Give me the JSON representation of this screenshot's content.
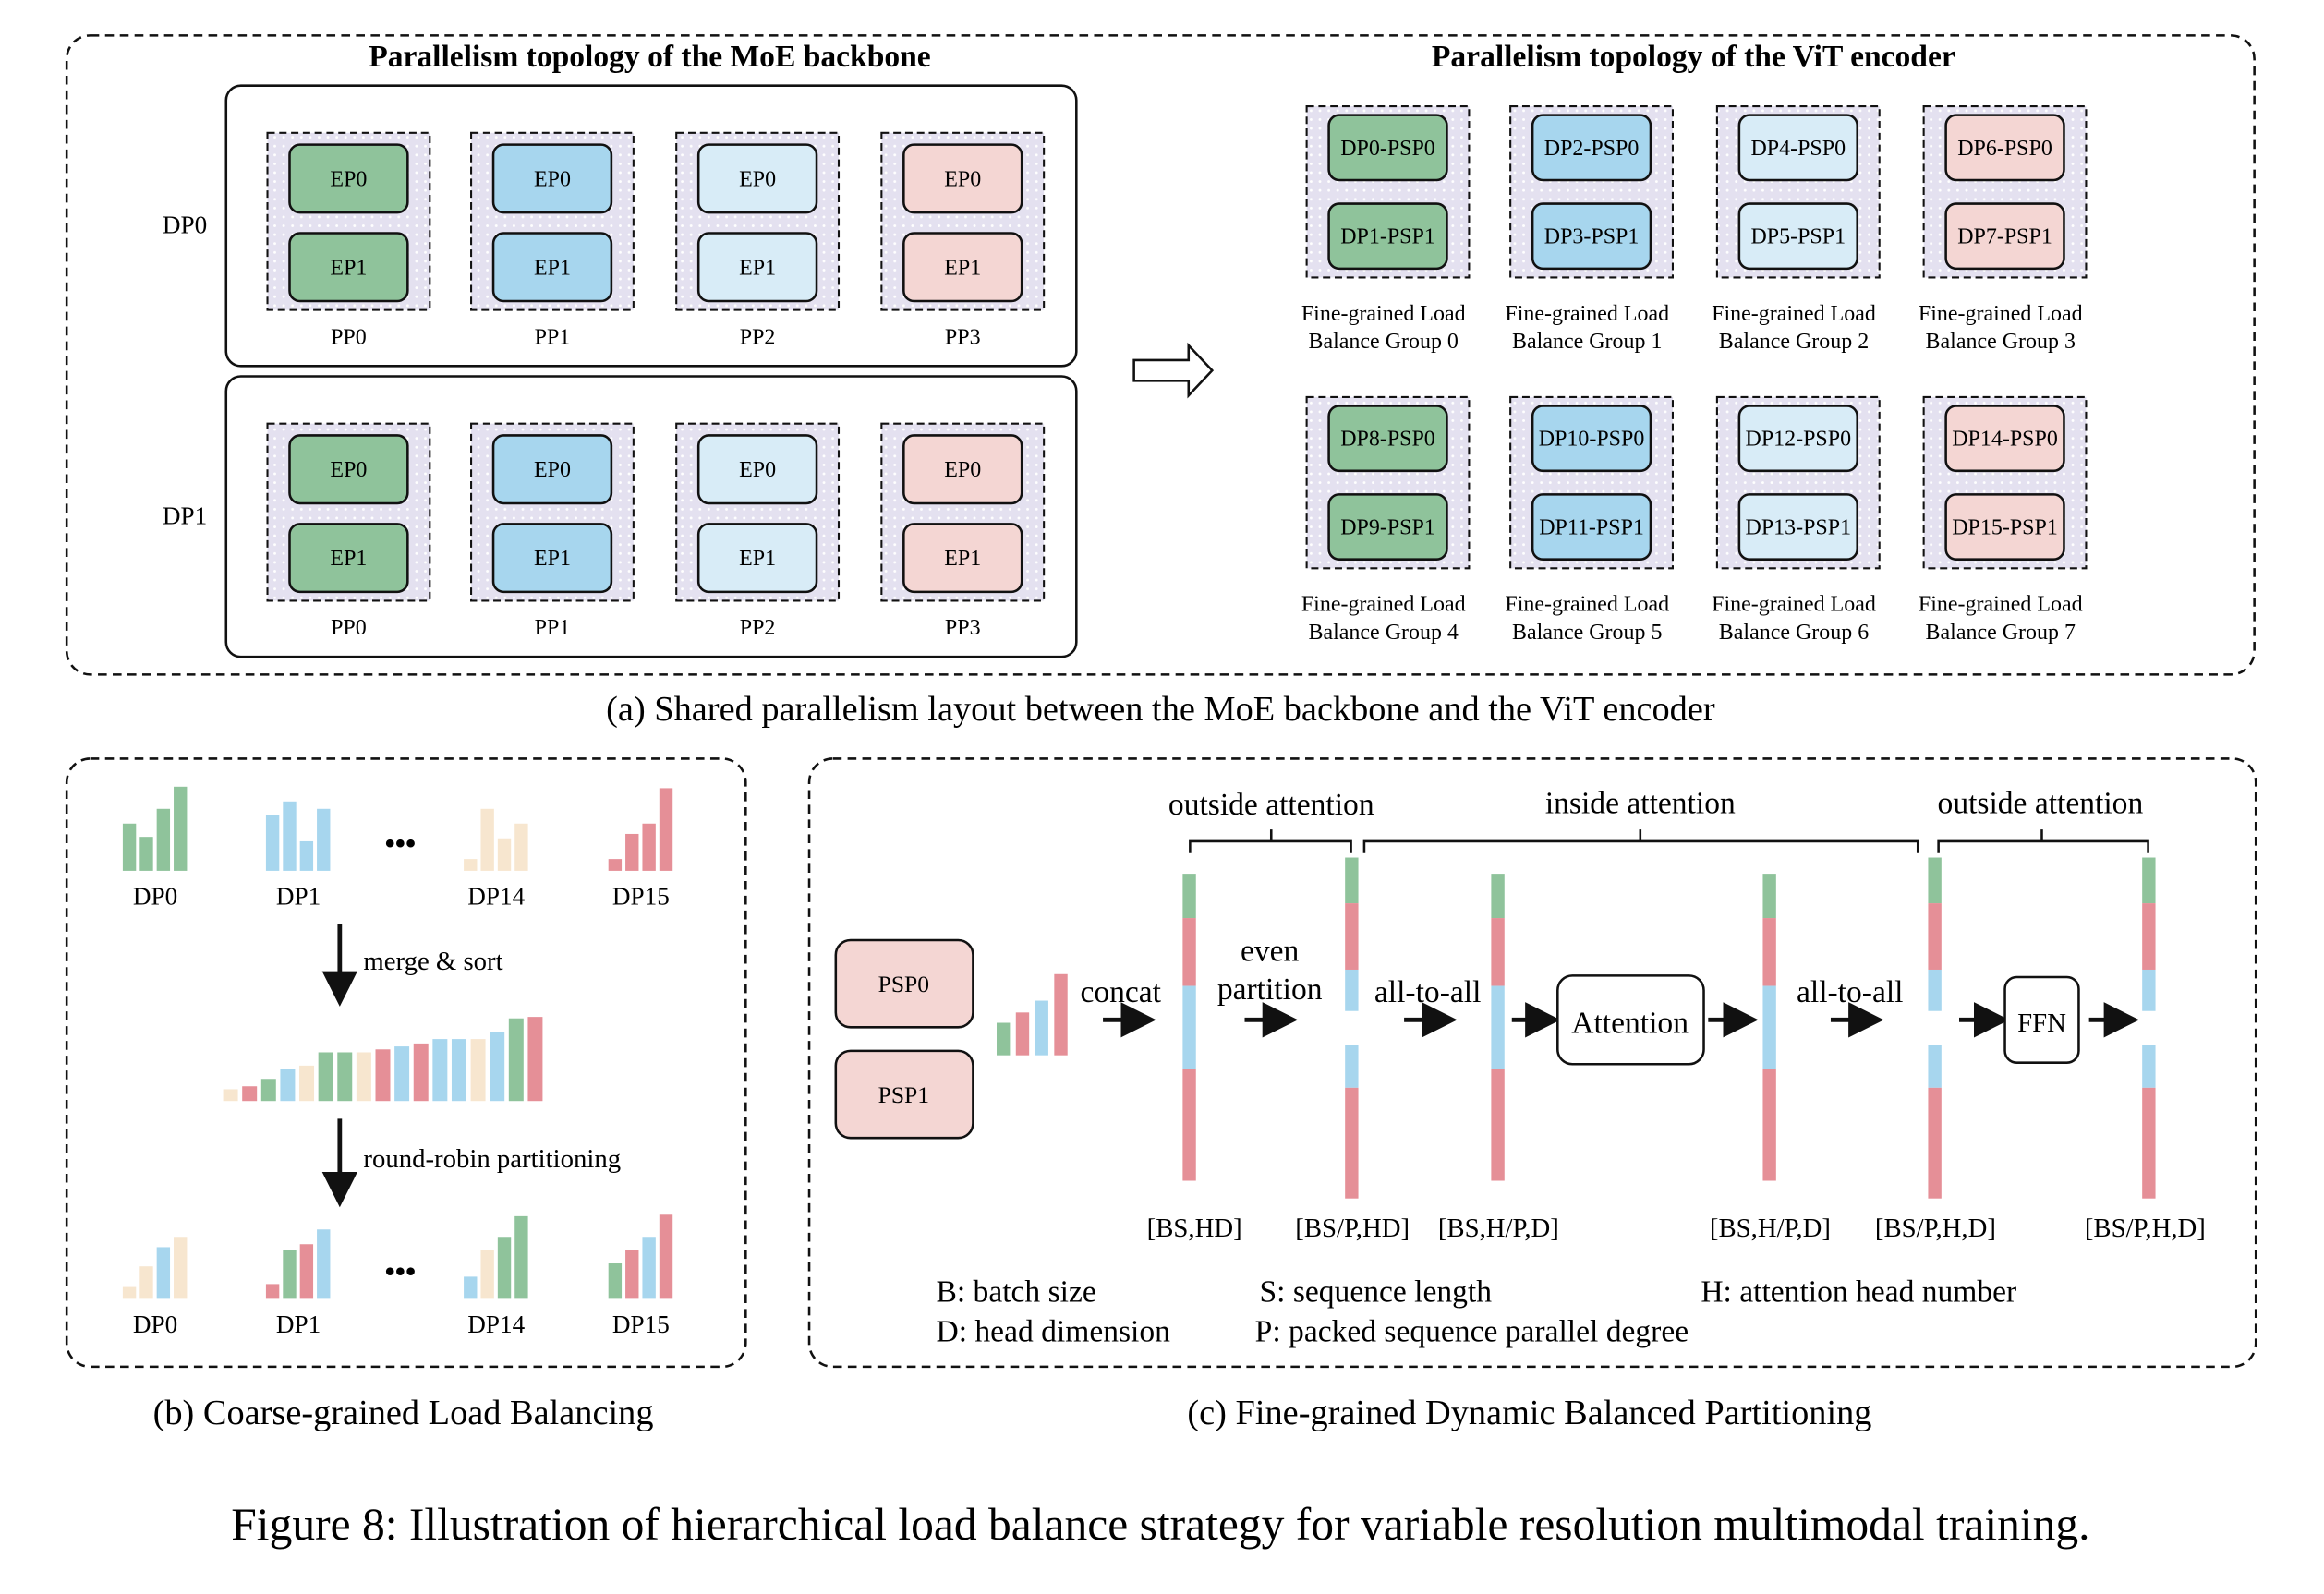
{
  "colors": {
    "green": "#8fc39b",
    "green_edge": "#2e6b3c",
    "blue": "#a7d6ee",
    "lightblue": "#d8ecf7",
    "pink": "#f4d6d3",
    "tan": "#f7e6cf",
    "red_bar": "#e58f97",
    "purple_bg": "#e2deef",
    "ink": "#111111"
  },
  "panel_a": {
    "moe_title": "Parallelism topology of the MoE backbone",
    "vit_title": "Parallelism topology of the ViT encoder",
    "dp_labels": [
      "DP0",
      "DP1"
    ],
    "ep_labels": [
      "EP0",
      "EP1"
    ],
    "pp_labels": [
      "PP0",
      "PP1",
      "PP2",
      "PP3"
    ],
    "vit_groups": [
      {
        "top": "DP0-PSP0",
        "bottom": "DP1-PSP1",
        "line1": "Fine-grained Load",
        "line2": "Balance Group 0",
        "color": "green"
      },
      {
        "top": "DP2-PSP0",
        "bottom": "DP3-PSP1",
        "line1": "Fine-grained Load",
        "line2": "Balance Group 1",
        "color": "blue"
      },
      {
        "top": "DP4-PSP0",
        "bottom": "DP5-PSP1",
        "line1": "Fine-grained Load",
        "line2": "Balance Group 2",
        "color": "lightblue"
      },
      {
        "top": "DP6-PSP0",
        "bottom": "DP7-PSP1",
        "line1": "Fine-grained Load",
        "line2": "Balance Group 3",
        "color": "pink"
      },
      {
        "top": "DP8-PSP0",
        "bottom": "DP9-PSP1",
        "line1": "Fine-grained Load",
        "line2": "Balance Group 4",
        "color": "green"
      },
      {
        "top": "DP10-PSP0",
        "bottom": "DP11-PSP1",
        "line1": "Fine-grained Load",
        "line2": "Balance Group 5",
        "color": "blue"
      },
      {
        "top": "DP12-PSP0",
        "bottom": "DP13-PSP1",
        "line1": "Fine-grained Load",
        "line2": "Balance Group 6",
        "color": "lightblue"
      },
      {
        "top": "DP14-PSP0",
        "bottom": "DP15-PSP1",
        "line1": "Fine-grained Load",
        "line2": "Balance Group 7",
        "color": "pink"
      }
    ],
    "caption": "(a) Shared parallelism  layout between the MoE backbone and the ViT encoder"
  },
  "panel_b": {
    "top_labels": [
      "DP0",
      "DP1",
      "DP14",
      "DP15"
    ],
    "ellipsis": "•••",
    "merge_label": "merge & sort",
    "partition_label": "round-robin partitioning",
    "bottom_labels": [
      "DP0",
      "DP1",
      "DP14",
      "DP15"
    ],
    "caption": "(b) Coarse-grained  Load Balancing"
  },
  "panel_c": {
    "outside_attention_left": "outside attention",
    "inside_attention": "inside attention",
    "outside_attention_right": "outside attention",
    "psp0": "PSP0",
    "psp1": "PSP1",
    "concat": "concat",
    "even": "even",
    "partition": "partition",
    "all_to_all_1": "all-to-all",
    "attention": "Attention",
    "all_to_all_2": "all-to-all",
    "ffn": "FFN",
    "shape_labels": [
      "[BS,HD]",
      "[BS/P,HD]",
      "[BS,H/P,D]",
      "[BS,H/P,D]",
      "[BS/P,H,D]",
      "[BS/P,H,D]"
    ],
    "legend": {
      "b": "B: batch size",
      "s": "S: sequence  length",
      "h": "H: attention head number",
      "d": "D:  head dimension",
      "p": "P:  packed sequence  parallel degree"
    },
    "caption": "(c) Fine-grained  Dynamic Balanced Partitioning"
  },
  "figure_caption": "Figure 8: Illustration of hierarchical load balance strategy for variable resolution multimodal training."
}
